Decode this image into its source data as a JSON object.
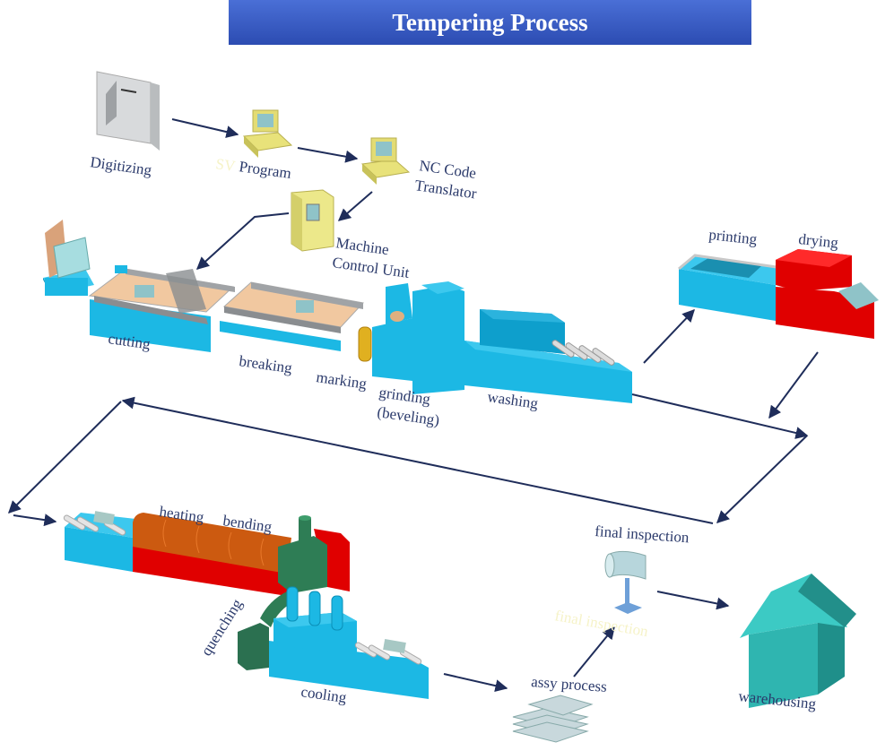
{
  "title": "Tempering Process",
  "colors": {
    "title_bar": "#3a5cc4",
    "machine_cyan": "#1cb8e4",
    "furnace_red": "#e00000",
    "heater_orange": "#cc5a10",
    "quench_green": "#2e7d55",
    "computer_yellow": "#e8e27a",
    "warehouse_teal": "#2fb5b0",
    "text": "#2b3a6b",
    "arrow": "#1f2d5a"
  },
  "labels": {
    "digitizing": "Digitizing",
    "sv": "SV",
    "program": "Program",
    "nc_code_1": "NC Code",
    "nc_code_2": "Translator",
    "mcu_1": "Machine",
    "mcu_2": "Control Unit",
    "printing": "printing",
    "drying": "drying",
    "cutting": "cutting",
    "breaking": "breaking",
    "marking": "marking",
    "grinding_1": "grinding",
    "grinding_2": "(beveling)",
    "washing": "washing",
    "heating": "heating",
    "bending": "bending",
    "quenching": "quenching",
    "cooling": "cooling",
    "final_inspection": "final inspection",
    "final_inspection_ghost": "final inspection",
    "assy_process": "assy process",
    "warehousing": "warehousing"
  }
}
